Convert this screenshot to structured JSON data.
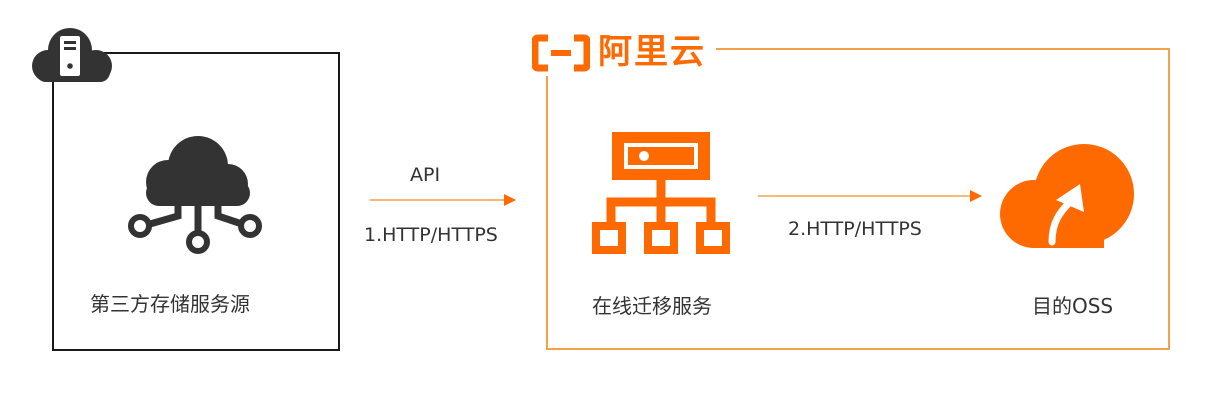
{
  "source": {
    "label": "第三方存储服务源"
  },
  "arrow1": {
    "top_label": "API",
    "bottom_label": "1.HTTP/HTTPS"
  },
  "aliyun": {
    "brand_text": "阿里云"
  },
  "migration": {
    "label": "在线迁移服务"
  },
  "arrow2": {
    "label": "2.HTTP/HTTPS"
  },
  "target": {
    "label": "目的OSS"
  },
  "colors": {
    "orange": "#ff6a00",
    "orange_border": "#f5a14a",
    "dark": "#333333"
  }
}
